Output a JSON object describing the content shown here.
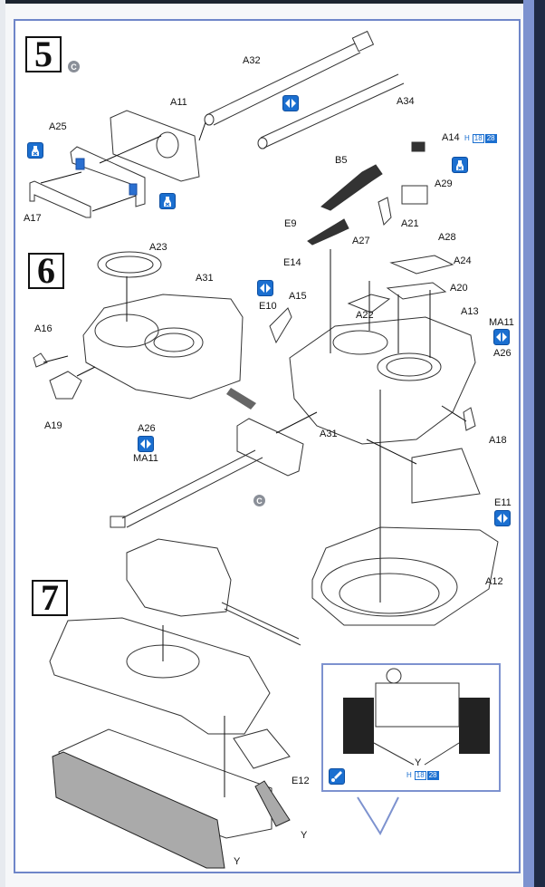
{
  "page": {
    "type": "model kit assembly instructions",
    "colors": {
      "frame": "#6f86c9",
      "icon_blue": "#1b6fd0",
      "c_badge": "#8a8f98"
    }
  },
  "steps": [
    {
      "number": "5",
      "badge": "C"
    },
    {
      "number": "6"
    },
    {
      "number": "7"
    }
  ],
  "step5": {
    "labels": {
      "a32": "A32",
      "a11": "A11",
      "a25": "A25",
      "a34": "A34",
      "a17": "A17",
      "a14": "A14",
      "b5": "B5",
      "a29": "A29",
      "a21": "A21",
      "e9": "E9"
    },
    "paint_a14": {
      "prefix": "H",
      "code1": "18",
      "code2": "28"
    },
    "icons": [
      "glue-icon",
      "glue-icon",
      "flip-icon",
      "glue-icon"
    ]
  },
  "step6": {
    "labels": {
      "a23": "A23",
      "a31_left": "A31",
      "a16": "A16",
      "a19": "A19",
      "a26_left": "A26",
      "ma11_left": "MA11",
      "e14": "E14",
      "a27": "A27",
      "a28": "A28",
      "a24": "A24",
      "a20": "A20",
      "a15": "A15",
      "e10": "E10",
      "a22": "A22",
      "a13": "A13",
      "ma11_right": "MA11",
      "a26_right": "A26",
      "a31_right": "A31",
      "a18": "A18",
      "e11": "E11",
      "a12": "A12"
    },
    "gun_badge": "C"
  },
  "step7": {
    "labels": {
      "e12": "E12",
      "y_left": "Y",
      "y_right": "Y"
    },
    "inset": {
      "label": "Y",
      "paint": {
        "prefix": "H",
        "code1": "18",
        "code2": "28"
      }
    }
  }
}
